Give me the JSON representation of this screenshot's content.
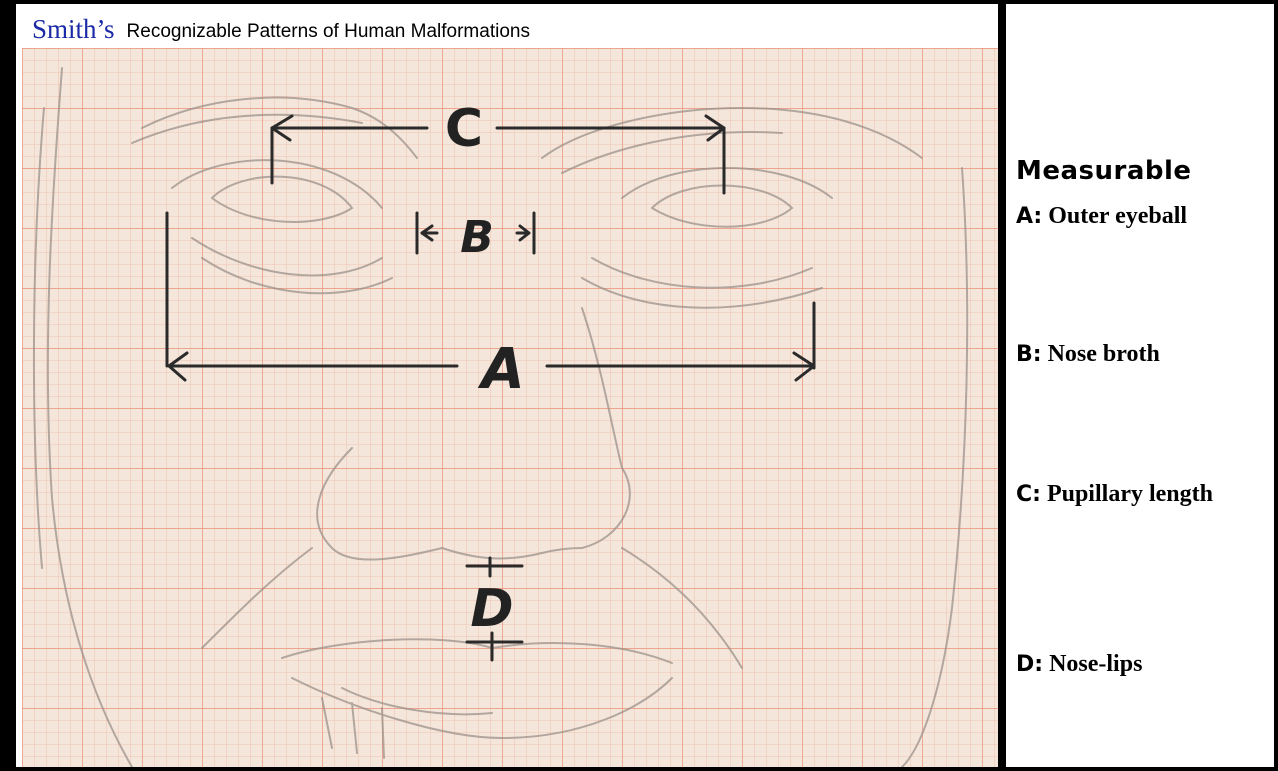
{
  "header": {
    "brand": "Smith’s",
    "subtitle": "Recognizable Patterns of Human Malformations"
  },
  "sketch": {
    "labels": {
      "a": "A",
      "b": "B",
      "c": "C",
      "d": "D"
    }
  },
  "legend": {
    "heading": "Measurable",
    "items": [
      {
        "key": "A:",
        "text": "Outer eyeball"
      },
      {
        "key": "B:",
        "text": "Nose broth"
      },
      {
        "key": "C:",
        "text": "Pupillary length"
      },
      {
        "key": "D:",
        "text": "Nose-lips"
      }
    ]
  },
  "colors": {
    "paper": "#f4e6da",
    "grid_minor": "#f0b9a4",
    "grid_major": "#e98f74",
    "pencil_light": "#9c928c",
    "pencil_dark": "#2a2a2a",
    "brand": "#1a2aa6",
    "border": "#000000"
  }
}
